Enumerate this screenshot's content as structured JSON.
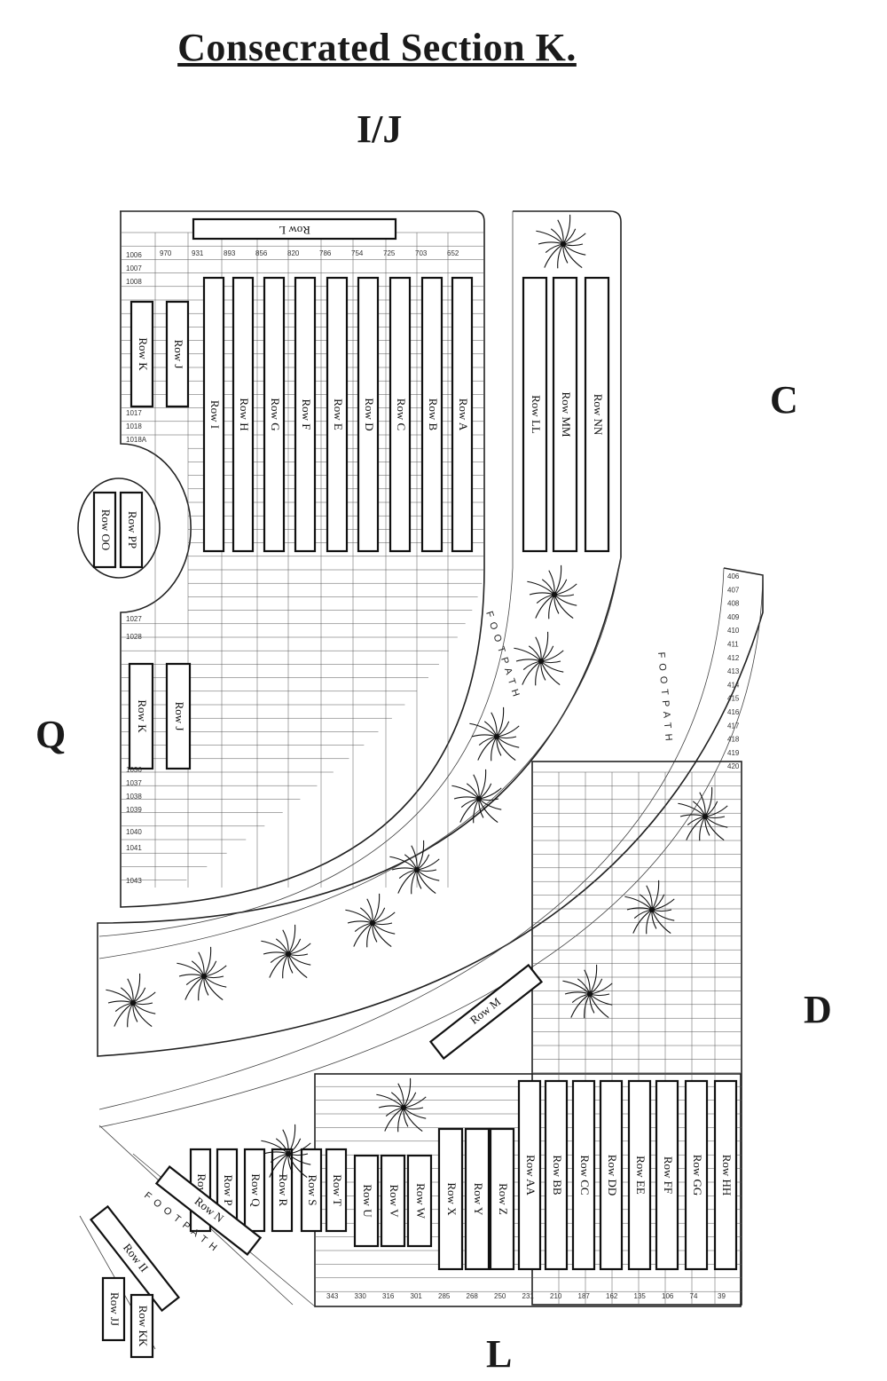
{
  "title": "Consecrated Section K.",
  "directions": {
    "north": "I/J",
    "east_upper": "C",
    "west": "Q",
    "east_lower": "D",
    "south": "L"
  },
  "footpath_label": "FOOTPATH",
  "row_labels_top": [
    "Row I",
    "Row H",
    "Row G",
    "Row F",
    "Row E",
    "Row D",
    "Row C",
    "Row B",
    "Row A"
  ],
  "row_labels_right": [
    "Row LL",
    "Row MM",
    "Row NN"
  ],
  "row_labels_bottom": [
    "Row AA",
    "Row BB",
    "Row CC",
    "Row DD",
    "Row EE",
    "Row FF",
    "Row GG",
    "Row HH"
  ],
  "row_labels_bottom_mid": [
    "Row U",
    "Row V",
    "Row W",
    "Row X",
    "Row Y",
    "Row Z"
  ],
  "row_labels_bottom_left": [
    "Row O",
    "Row P",
    "Row Q",
    "Row R",
    "Row S",
    "Row T"
  ],
  "row_labels_misc": {
    "row_l": "Row L",
    "row_k_upper": "Row K",
    "row_j_upper": "Row J",
    "row_k_lower": "Row K",
    "row_j_lower": "Row J",
    "row_oo": "Row OO",
    "row_pp": "Row PP",
    "row_m": "Row M",
    "row_n": "Row N",
    "row_ii": "Row II",
    "row_jj": "Row JJ",
    "row_kk": "Row KK"
  },
  "plot_numbers_left_column": [
    "1006",
    "1007",
    "1008",
    "1017",
    "1018",
    "1018A",
    "1027",
    "1028",
    "1036",
    "1037",
    "1038",
    "1039",
    "1040",
    "1041",
    "1043"
  ],
  "plot_numbers_top_row": [
    "970",
    "931",
    "893",
    "856",
    "820",
    "786",
    "754",
    "725",
    "703",
    "652"
  ],
  "plot_numbers_right_column": [
    "406",
    "407",
    "408",
    "409",
    "410",
    "411",
    "412",
    "413",
    "414",
    "415",
    "416",
    "417",
    "418",
    "419",
    "420"
  ],
  "plot_numbers_bottom_row": [
    "343",
    "330",
    "316",
    "301",
    "285",
    "268",
    "250",
    "231",
    "210",
    "187",
    "162",
    "135",
    "106",
    "74",
    "39"
  ]
}
